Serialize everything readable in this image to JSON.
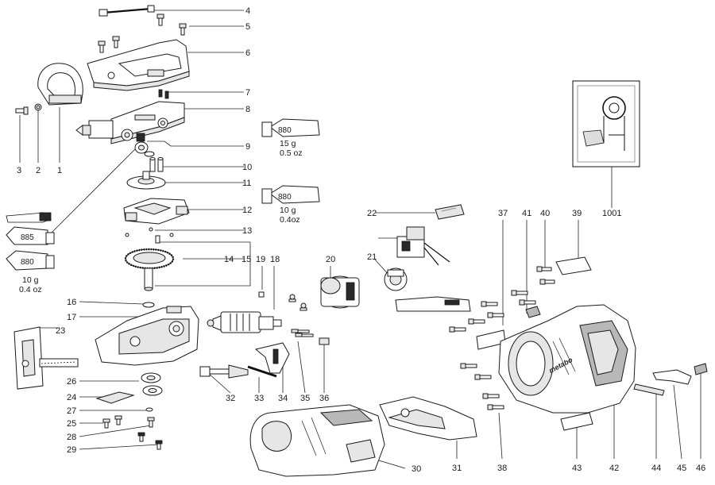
{
  "labels": {
    "n1": "1",
    "n2": "2",
    "n3": "3",
    "n4": "4",
    "n5": "5",
    "n6": "6",
    "n7": "7",
    "n8": "8",
    "n9": "9",
    "n10": "10",
    "n11": "11",
    "n12": "12",
    "n13": "13",
    "n14": "14",
    "n15": "15",
    "n16": "16",
    "n17": "17",
    "n18": "18",
    "n19": "19",
    "n20": "20",
    "n21": "21",
    "n22": "22",
    "n23": "23",
    "n24": "24",
    "n25": "25",
    "n26": "26",
    "n27": "27",
    "n28": "28",
    "n29": "29",
    "n30": "30",
    "n31": "31",
    "n32": "32",
    "n33": "33",
    "n34": "34",
    "n35": "35",
    "n36": "36",
    "n37": "37",
    "n38": "38",
    "n39": "39",
    "n40": "40",
    "n41": "41",
    "n42": "42",
    "n43": "43",
    "n44": "44",
    "n45": "45",
    "n46": "46",
    "n1001": "1001"
  },
  "grease": {
    "tube_a_code": "880",
    "tube_a_qty": "15 g",
    "tube_a_qty_oz": "0.5 oz",
    "tube_b_code": "880",
    "tube_b_qty": "10 g",
    "tube_b_qty_oz": "0.4oz",
    "tube_c_code": "885",
    "tube_d_code": "880",
    "tube_d_qty": "10 g",
    "tube_d_qty_oz": "0.4 oz"
  },
  "housing_brand": "metabo"
}
